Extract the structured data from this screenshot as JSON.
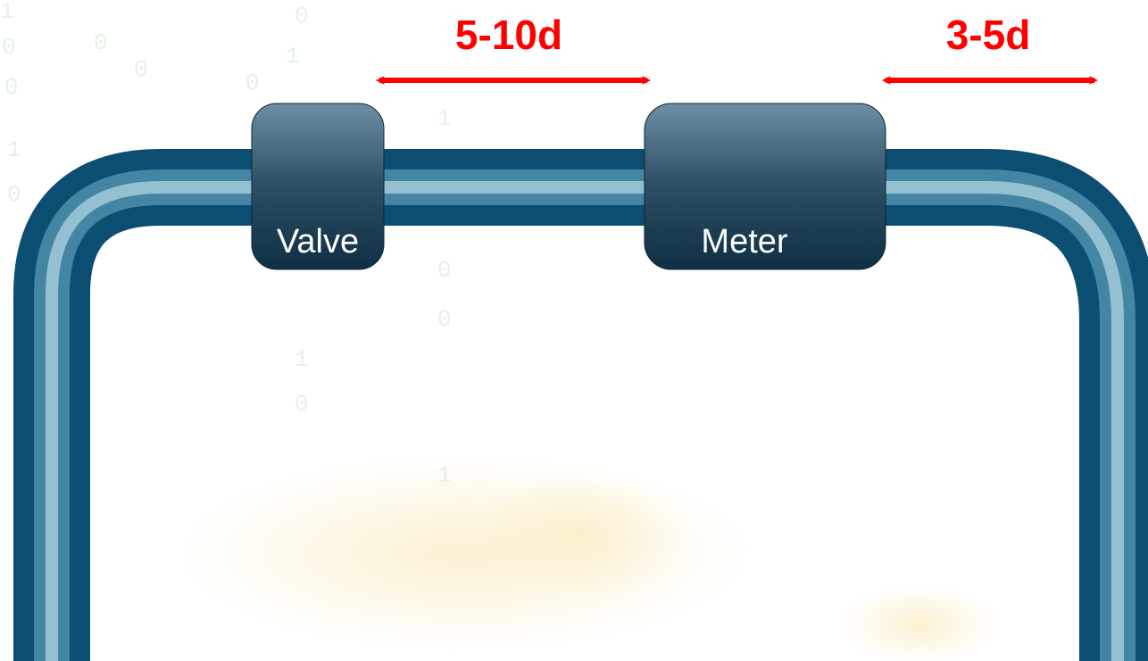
{
  "spans": {
    "upstream": "5-10d",
    "downstream": "3-5d"
  },
  "components": {
    "valve": "Valve",
    "meter": "Meter"
  },
  "colors": {
    "pipe": "#0b4e72",
    "pipe_highlight": "#7fb3c9",
    "component_top": "#6d8fa3",
    "component_bottom": "#0f2f44",
    "arrow": "#ff0000",
    "component_text": "#ffffff",
    "background_digits": "#cfe9cf",
    "background_swirl": "#f6e1a0"
  }
}
